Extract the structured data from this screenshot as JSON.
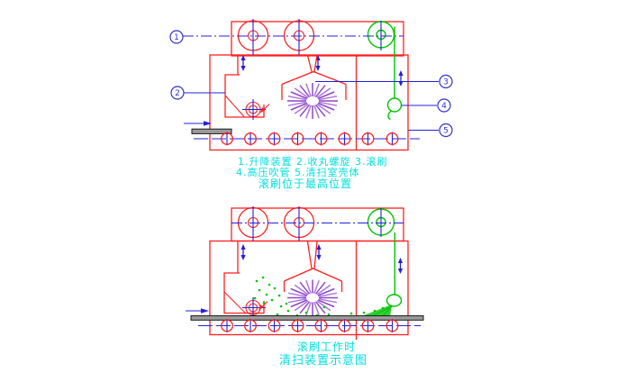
{
  "drawing": {
    "legend": {
      "line1": "1.升降装置 2.收丸螺旋  3.滚刷",
      "line2": "4.高压吹管 5.清扫室壳体",
      "note": "滚刷位于最高位置"
    },
    "caption": {
      "line1": "滚刷工作时",
      "line2": "清扫装置示意图"
    },
    "balloons": [
      "1",
      "2",
      "3",
      "4",
      "5"
    ],
    "colors": {
      "structure_red": "#ff1f1f",
      "centerline_blue": "#2020dd",
      "accent_green": "#00c400",
      "brush_purple": "#8f46c8",
      "label_cyan": "#00dede",
      "table_gray": "#9a9a9a"
    }
  }
}
